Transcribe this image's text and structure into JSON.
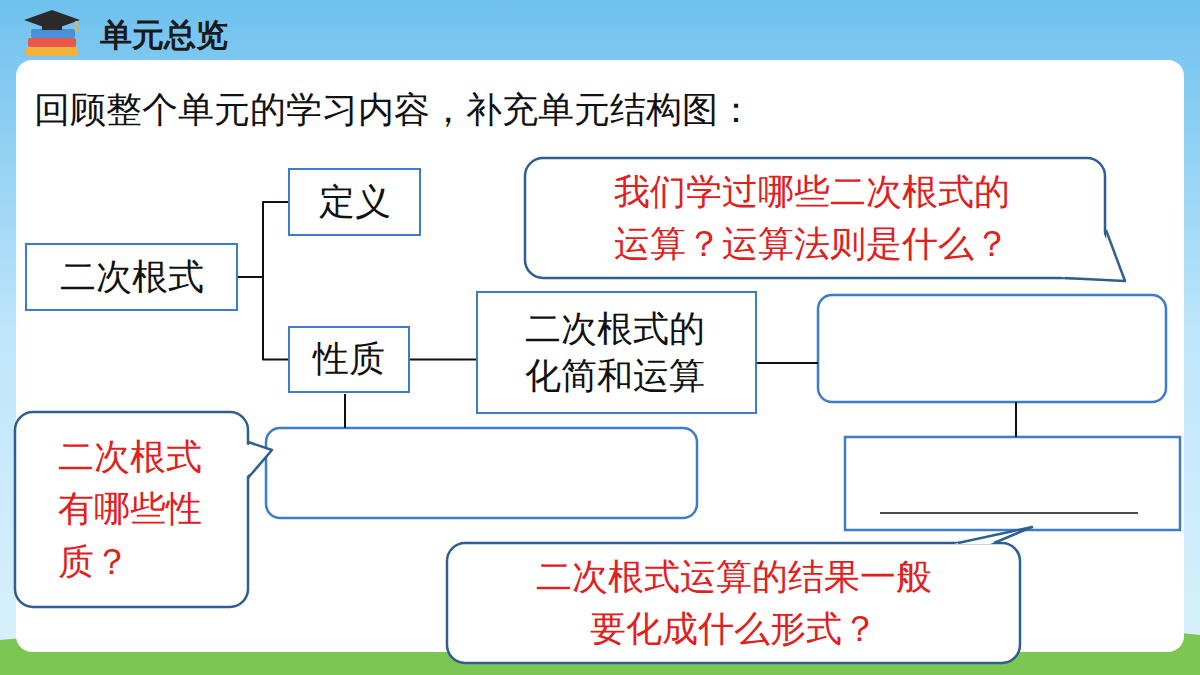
{
  "diagram": {
    "title": "单元总览",
    "nodes": [
      {
        "text": [
          "定义"
        ]
      },
      {
        "text": [
          "我们学过哪些二次根式的运算？运算法则是什么？"
        ]
      },
      {
        "text": [
          "二次根式"
        ]
      },
      {
        "text": [
          "性质"
        ]
      },
      {
        "text": [
          "二次根式的化简和运算"
        ]
      },
      {
        "text": [
          "二次根式有哪些性质？"
        ]
      },
      {
        "text": [
          "二次根式运算的结果一般要化成什么形式？"
        ]
      }
    ],
    "edges": [
      {
        "from": 2,
        "to": 0,
        "arrow": "none"
      },
      {
        "from": 2,
        "to": 3,
        "arrow": "none"
      },
      {
        "from": 3,
        "to": 4,
        "arrow": "none"
      }
    ],
    "labels": [
      "回顾整个单元的学习内容，补充单元结构图："
    ]
  }
}
